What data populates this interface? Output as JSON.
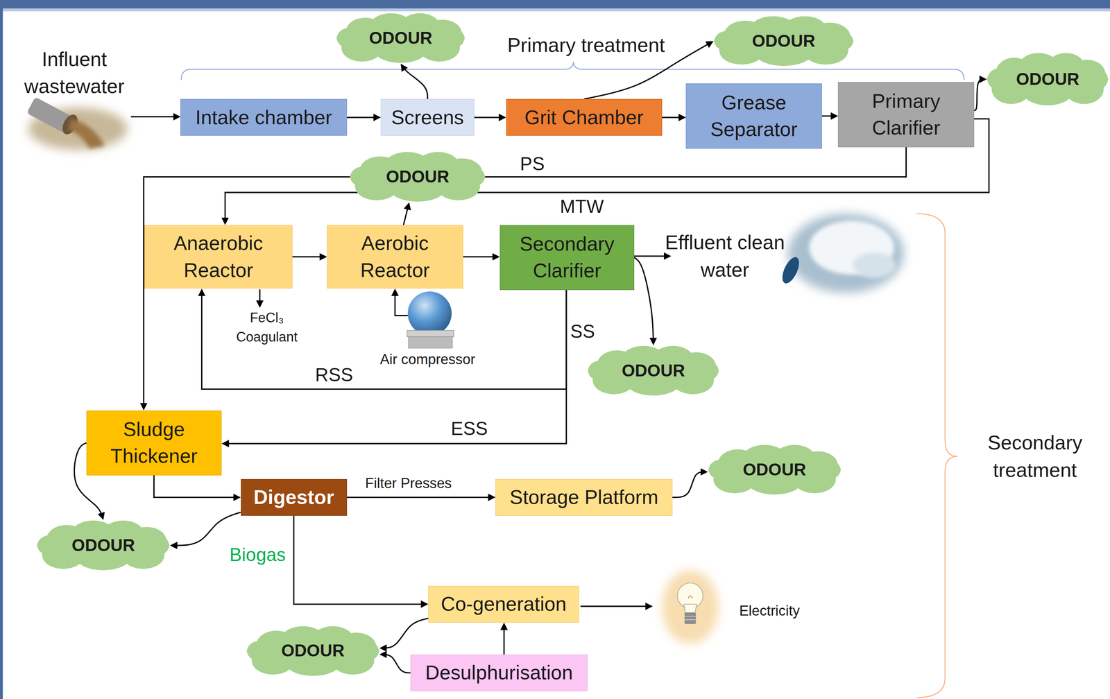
{
  "diagram": {
    "nodes": [
      {
        "text": [
          "ODOUR"
        ]
      },
      {
        "text": [
          "ODOUR"
        ]
      },
      {
        "text": [
          "ODOUR"
        ]
      },
      {
        "text": [
          "Intake chamber"
        ]
      },
      {
        "text": [
          "Screens"
        ]
      },
      {
        "text": [
          "Grit Chamber"
        ]
      },
      {
        "text": [
          "Grease Separator"
        ]
      },
      {
        "text": [
          "Primary Clarifier"
        ]
      },
      {
        "text": [
          "ODOUR"
        ]
      },
      {
        "text": [
          "Anaerobic Reactor"
        ]
      },
      {
        "text": [
          "Aerobic Reactor"
        ]
      },
      {
        "text": [
          "Secondary Clarifier"
        ]
      },
      {
        "text": [
          "ODOUR"
        ]
      },
      {
        "text": [
          "Sludge Thickener"
        ]
      },
      {
        "text": [
          "ODOUR"
        ]
      },
      {
        "text": [
          "Digestor"
        ]
      },
      {
        "text": [
          "Storage Platform"
        ]
      },
      {
        "text": [
          "ODOUR"
        ]
      },
      {
        "text": [
          "Co-generation"
        ]
      },
      {
        "text": [
          "ODOUR"
        ]
      },
      {
        "text": [
          "Desulphurisation"
        ]
      }
    ],
    "edges": [
      {
        "from": 3,
        "to": 4,
        "arrow": "to"
      },
      {
        "from": 4,
        "to": 5,
        "arrow": "to"
      },
      {
        "from": 5,
        "to": 6,
        "arrow": "to"
      },
      {
        "from": 6,
        "to": 7,
        "arrow": "to"
      },
      {
        "from": 4,
        "to": 0,
        "arrow": "to"
      },
      {
        "from": 5,
        "to": 1,
        "arrow": "to"
      },
      {
        "from": 7,
        "to": 2,
        "arrow": "to"
      },
      {
        "from": 7,
        "to": 13,
        "label": "PS",
        "arrow": "to"
      },
      {
        "from": 7,
        "to": 9,
        "label": "MTW",
        "arrow": "to"
      },
      {
        "from": 10,
        "to": 8,
        "arrow": "to"
      },
      {
        "from": 9,
        "to": 10,
        "arrow": "to"
      },
      {
        "from": 10,
        "to": 11,
        "arrow": "to"
      },
      {
        "from": 11,
        "to": 12,
        "arrow": "to"
      },
      {
        "from": 11,
        "to": 9,
        "label": "RSS",
        "arrow": "to"
      },
      {
        "from": 11,
        "to": 13,
        "label": "ESS",
        "arrow": "to"
      },
      {
        "from": 13,
        "to": 15,
        "arrow": "to"
      },
      {
        "from": 13,
        "to": 17,
        "arrow": "to"
      },
      {
        "from": 15,
        "to": 16,
        "label": "Filter Presses",
        "arrow": "to"
      },
      {
        "from": 15,
        "to": 17,
        "arrow": "to"
      },
      {
        "from": 16,
        "to": 14,
        "arrow": "to"
      },
      {
        "from": 15,
        "to": 18,
        "label": "Biogas",
        "arrow": "to"
      },
      {
        "from": 18,
        "to": 19,
        "arrow": "to"
      },
      {
        "from": 20,
        "to": 19,
        "arrow": "to"
      },
      {
        "from": 20,
        "to": 18,
        "arrow": "to"
      }
    ],
    "labels": [
      "Influent wastewater",
      "Primary treatment",
      "FeCl₃ Coagulant",
      "Air compressor",
      "SS",
      "Effluent clean water",
      "Secondary treatment",
      "Electricity"
    ]
  }
}
